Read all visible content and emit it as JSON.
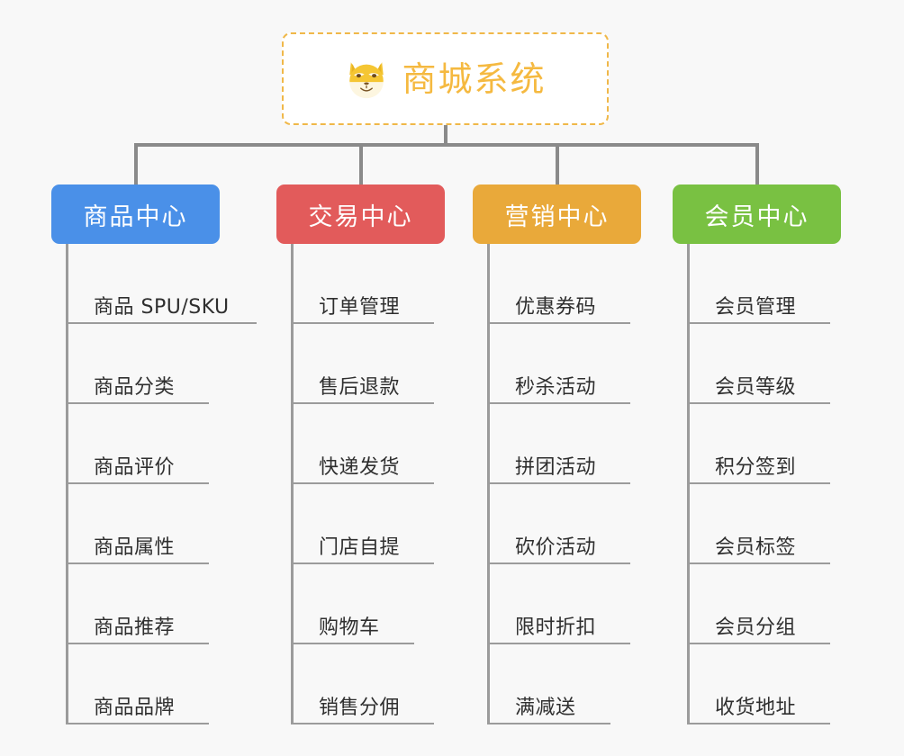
{
  "root": {
    "title": "商城系统",
    "icon": "shiba-dog-face-icon",
    "border_color": "#f0b849",
    "text_color": "#f5b940",
    "background": "#ffffff"
  },
  "canvas": {
    "background": "#f8f8f8",
    "connector_color": "#8a8a8a",
    "rule_color": "#9b9b9b",
    "leaf_text_color": "#2f2f2f"
  },
  "branches": [
    {
      "label": "商品中心",
      "color": "#4a90e8",
      "items": [
        "商品 SPU/SKU",
        "商品分类",
        "商品评价",
        "商品属性",
        "商品推荐",
        "商品品牌"
      ]
    },
    {
      "label": "交易中心",
      "color": "#e25b5b",
      "items": [
        "订单管理",
        "售后退款",
        "快递发货",
        "门店自提",
        "购物车",
        "销售分佣"
      ]
    },
    {
      "label": "营销中心",
      "color": "#e9a93a",
      "items": [
        "优惠券码",
        "秒杀活动",
        "拼团活动",
        "砍价活动",
        "限时折扣",
        "满减送"
      ]
    },
    {
      "label": "会员中心",
      "color": "#79c142",
      "items": [
        "会员管理",
        "会员等级",
        "积分签到",
        "会员标签",
        "会员分组",
        "收货地址"
      ]
    }
  ]
}
